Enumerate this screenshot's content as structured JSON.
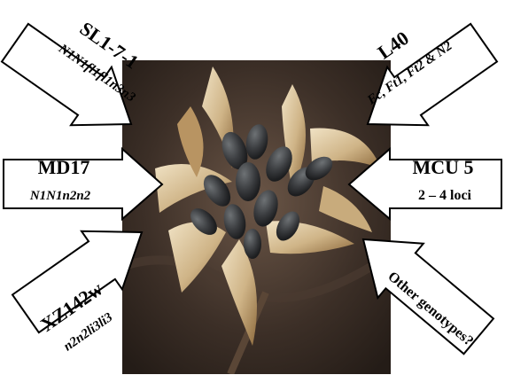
{
  "arrows": {
    "top_left": {
      "name": "SL1-7-1",
      "genotype": "N1N1fl1fl1n3n3"
    },
    "top_right": {
      "name": "L40",
      "genotype": "Fc, Ft1, Ft2 & N2"
    },
    "mid_left": {
      "name": "MD17",
      "genotype": "N1N1n2n2"
    },
    "mid_right": {
      "name": "MCU 5",
      "genotype": "2 – 4 loci"
    },
    "bottom_left": {
      "name": "XZ142w",
      "genotype": "n2n2li3li3"
    },
    "bottom_right": {
      "genotype": "Other genotypes?"
    }
  },
  "colors": {
    "arrow_fill": "#ffffff",
    "arrow_stroke": "#000000",
    "photo_dark": "#2b221c",
    "pod_tan": "#d8c29a",
    "seed_dark": "#3a3c3f"
  }
}
